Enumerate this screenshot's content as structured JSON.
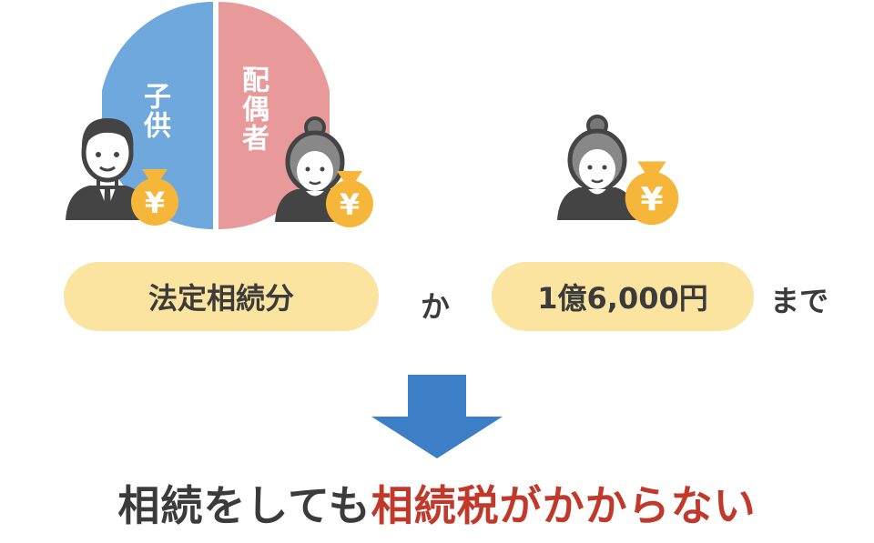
{
  "pie": {
    "left_label": "子供",
    "right_label": "配偶者",
    "left_color": "#6fa8dc",
    "right_color": "#e8999a"
  },
  "money_bag_symbol": "¥",
  "colors": {
    "bag": "#f6b63a",
    "pill": "#fbe3a0",
    "arrow": "#3d7fc7",
    "text": "#3b3b3b",
    "highlight": "#c0392b"
  },
  "conditions": {
    "left_pill": "法定相続分",
    "connector": "か",
    "right_pill": "1億6,000円",
    "suffix": "まで"
  },
  "conclusion": {
    "part1": "相続をしても",
    "part2": "相続税がかからない"
  },
  "icons": [
    "man-icon",
    "woman-icon",
    "money-bag-icon",
    "down-arrow-icon"
  ]
}
